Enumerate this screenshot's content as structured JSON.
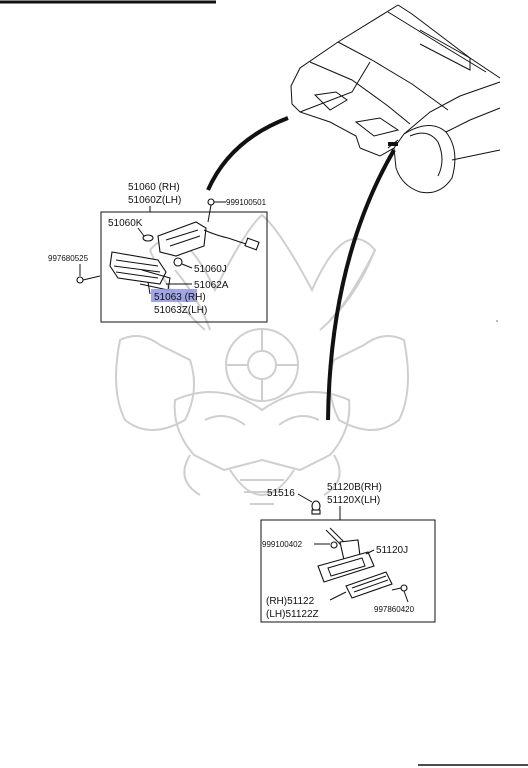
{
  "colors": {
    "line": "#111111",
    "highlight": "#8f96e0",
    "watermark": "#cfcfcf"
  },
  "front_lamp": {
    "assembly_rh": "51060 (RH)",
    "assembly_lh": "51060Z(LH)",
    "screw_top": "999100501",
    "bulb": "51060K",
    "screw_left": "997680525",
    "socket": "51060J",
    "gasket": "51062A",
    "lens_rh": "51063 (RH)",
    "lens_lh": "51063Z(LH)"
  },
  "side_lamp": {
    "bulb": "51516",
    "assembly_rh": "51120B(RH)",
    "assembly_lh": "51120X(LH)",
    "nut": "999100402",
    "socket": "51120J",
    "lens_rh": "(RH)51122",
    "lens_lh": "(LH)51122Z",
    "screw": "997860420"
  },
  "watermark_icon": "samurai-helmet-logo-icon",
  "highlighted_part": "51063"
}
